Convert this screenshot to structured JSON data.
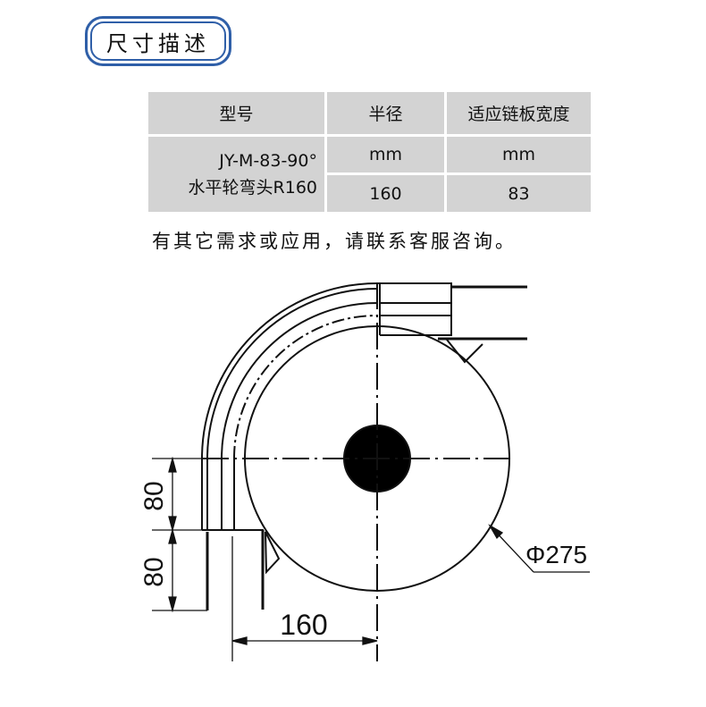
{
  "title": "尺寸描述",
  "table": {
    "headers": [
      "型号",
      "半径",
      "适应链板宽度"
    ],
    "model_line1": "JY-M-83-90°",
    "model_line2": "水平轮弯头R160",
    "units": [
      "mm",
      "mm"
    ],
    "values": [
      "160",
      "83"
    ]
  },
  "note": "有其它需求或应用，请联系客服咨询。",
  "drawing": {
    "dim_upper": "80",
    "dim_lower": "80",
    "dim_radius": "160",
    "dim_diameter": "Φ275"
  },
  "colors": {
    "accent": "#2f5fa8",
    "table_bg": "#d3d3d3"
  }
}
